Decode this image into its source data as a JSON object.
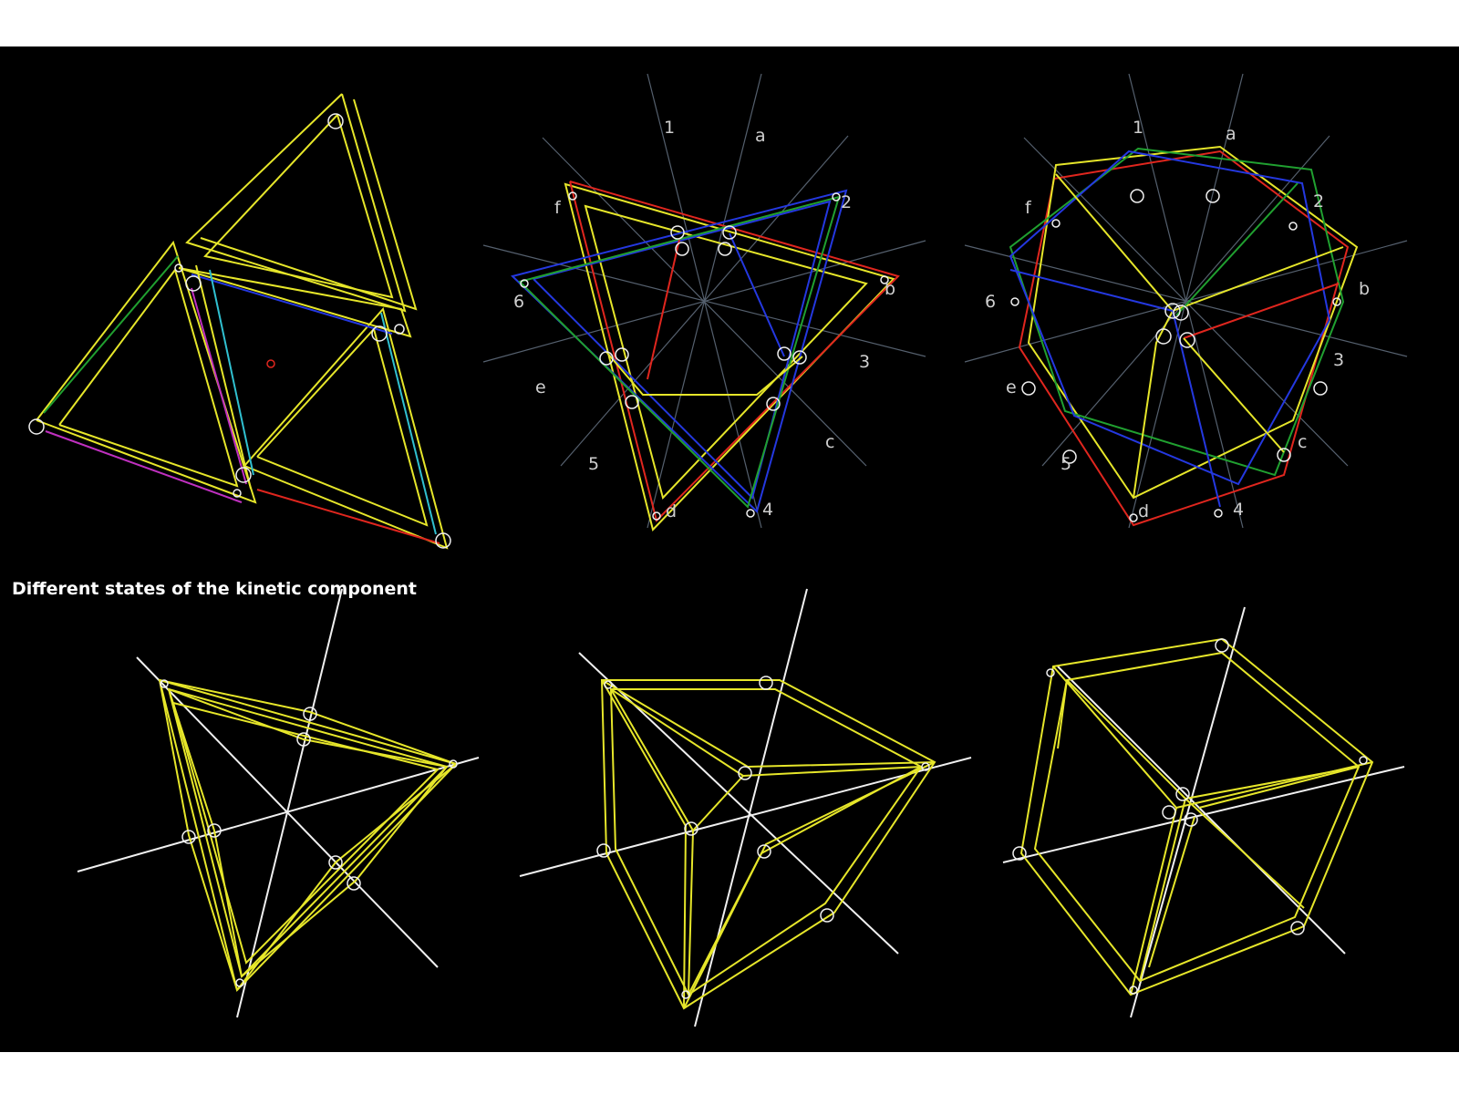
{
  "caption": "Different states of the kinetic component",
  "colors": {
    "background": "#000000",
    "yellow": "#e6e62a",
    "red": "#e0261e",
    "blue": "#2438e0",
    "green": "#20a030",
    "cyan": "#30c0d0",
    "magenta": "#c030c0",
    "axis": "#55606e",
    "white": "#f0f0f0"
  },
  "radial_labels": {
    "numbers": [
      "1",
      "2",
      "3",
      "4",
      "5",
      "6"
    ],
    "letters": [
      "a",
      "b",
      "c",
      "d",
      "e",
      "f"
    ]
  },
  "panels": [
    {
      "name": "planar-state-1"
    },
    {
      "name": "planar-state-2"
    },
    {
      "name": "planar-state-3"
    },
    {
      "name": "spatial-state-1"
    },
    {
      "name": "spatial-state-2"
    },
    {
      "name": "spatial-state-3"
    }
  ]
}
